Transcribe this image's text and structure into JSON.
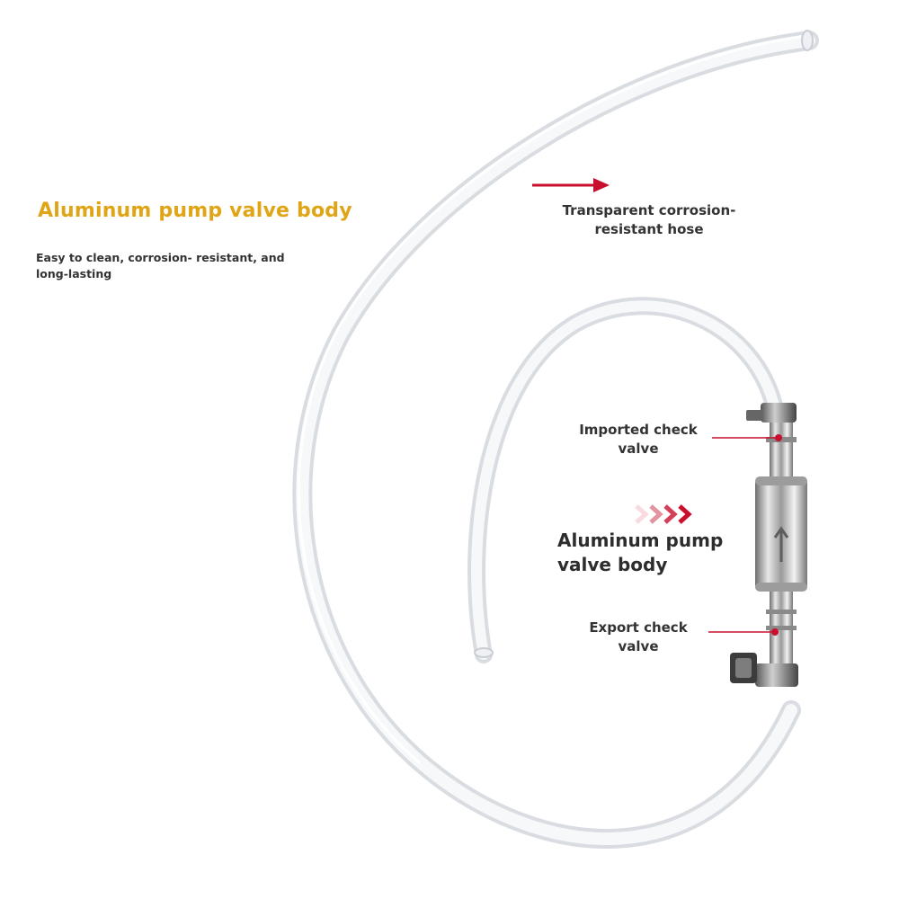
{
  "headline": "Aluminum pump valve body",
  "subtext": "Easy to clean, corrosion- resistant, and long-lasting",
  "callouts": {
    "hose": "Transparent corrosion-resistant hose",
    "imported_valve": "Imported check valve",
    "valve_body": "Aluminum pump valve body",
    "export_valve": "Export check valve"
  },
  "colors": {
    "headline": "#e0a516",
    "accent_red": "#c8102e",
    "text_dark": "#333333"
  }
}
